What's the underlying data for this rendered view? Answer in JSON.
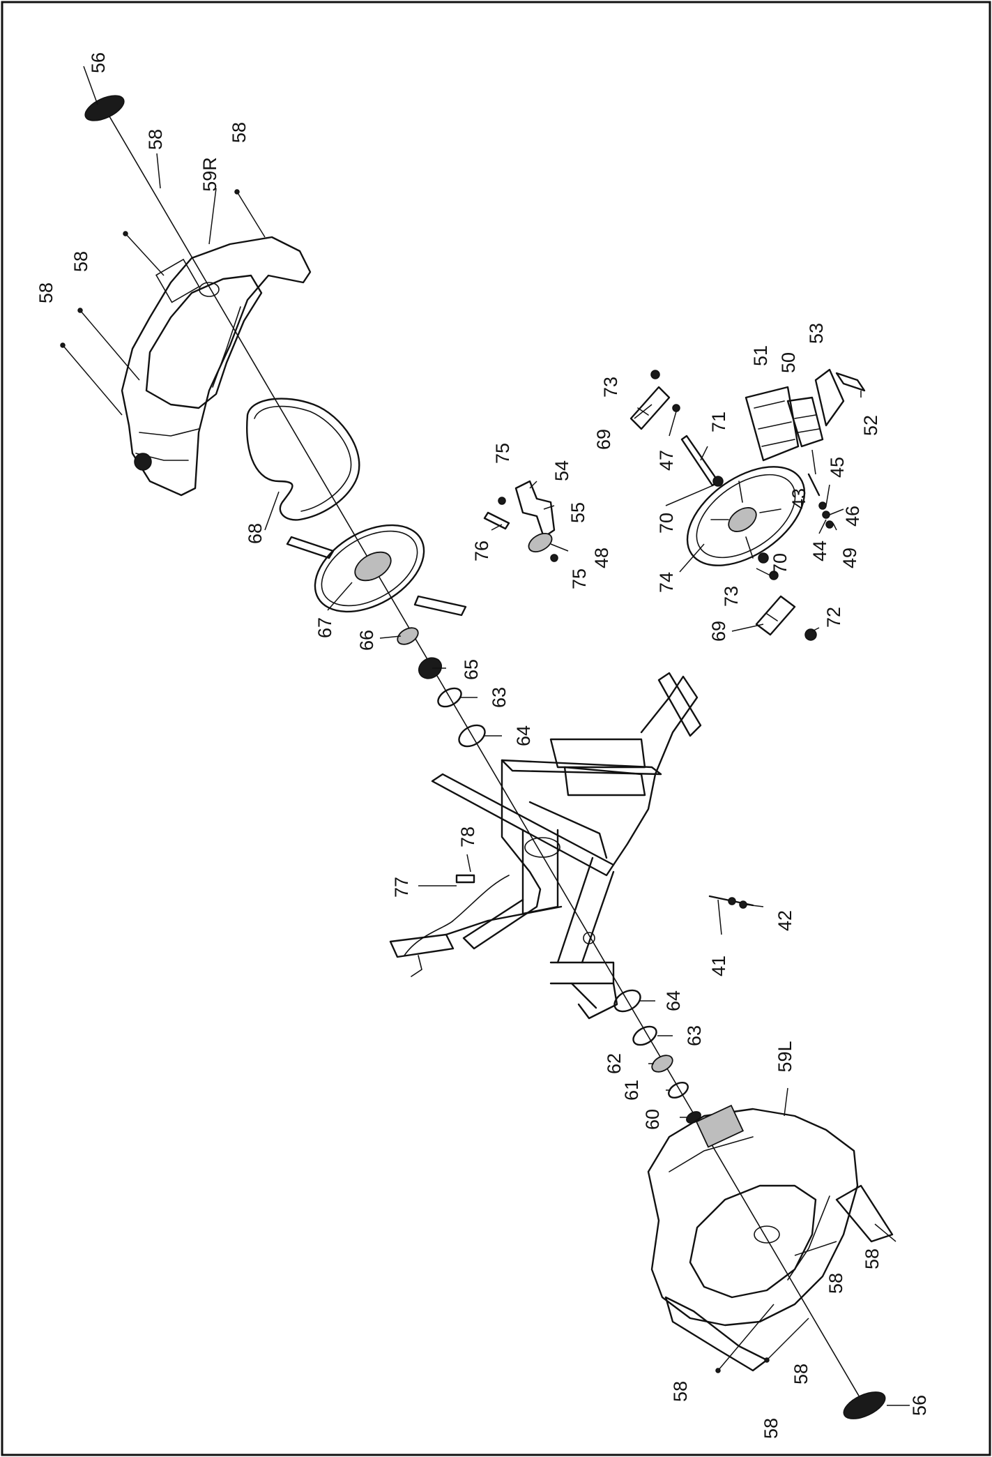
{
  "diagram": {
    "type": "exploded-parts-view",
    "colors": {
      "line": "#111111",
      "background": "#ffffff",
      "shade": "#bdbdbd"
    },
    "labels": [
      {
        "id": "p56-top",
        "text": "56"
      },
      {
        "id": "p58-a",
        "text": "58"
      },
      {
        "id": "p58-b",
        "text": "58"
      },
      {
        "id": "p59r",
        "text": "59R"
      },
      {
        "id": "p58-c",
        "text": "58"
      },
      {
        "id": "p58-d",
        "text": "58"
      },
      {
        "id": "p68",
        "text": "68"
      },
      {
        "id": "p67",
        "text": "67"
      },
      {
        "id": "p66",
        "text": "66"
      },
      {
        "id": "p65",
        "text": "65"
      },
      {
        "id": "p63-upper",
        "text": "63"
      },
      {
        "id": "p64-upper",
        "text": "64"
      },
      {
        "id": "p76",
        "text": "76"
      },
      {
        "id": "p75-a",
        "text": "75"
      },
      {
        "id": "p54",
        "text": "54"
      },
      {
        "id": "p55",
        "text": "55"
      },
      {
        "id": "p48",
        "text": "48"
      },
      {
        "id": "p75-b",
        "text": "75"
      },
      {
        "id": "p73-a",
        "text": "73"
      },
      {
        "id": "p69-a",
        "text": "69"
      },
      {
        "id": "p47",
        "text": "47"
      },
      {
        "id": "p71",
        "text": "71"
      },
      {
        "id": "p70-a",
        "text": "70"
      },
      {
        "id": "p51",
        "text": "51"
      },
      {
        "id": "p50",
        "text": "50"
      },
      {
        "id": "p53",
        "text": "53"
      },
      {
        "id": "p52",
        "text": "52"
      },
      {
        "id": "p45",
        "text": "45"
      },
      {
        "id": "p43",
        "text": "43"
      },
      {
        "id": "p46",
        "text": "46"
      },
      {
        "id": "p44",
        "text": "44"
      },
      {
        "id": "p49",
        "text": "49"
      },
      {
        "id": "p74",
        "text": "74"
      },
      {
        "id": "p70-b",
        "text": "70"
      },
      {
        "id": "p73-b",
        "text": "73"
      },
      {
        "id": "p69-b",
        "text": "69"
      },
      {
        "id": "p72",
        "text": "72"
      },
      {
        "id": "p78",
        "text": "78"
      },
      {
        "id": "p77",
        "text": "77"
      },
      {
        "id": "p41",
        "text": "41"
      },
      {
        "id": "p42",
        "text": "42"
      },
      {
        "id": "p64-lower",
        "text": "64"
      },
      {
        "id": "p63-lower",
        "text": "63"
      },
      {
        "id": "p62",
        "text": "62"
      },
      {
        "id": "p61",
        "text": "61"
      },
      {
        "id": "p60",
        "text": "60"
      },
      {
        "id": "p59l",
        "text": "59L"
      },
      {
        "id": "p58-e",
        "text": "58"
      },
      {
        "id": "p58-f",
        "text": "58"
      },
      {
        "id": "p58-g",
        "text": "58"
      },
      {
        "id": "p58-h",
        "text": "58"
      },
      {
        "id": "p58-i",
        "text": "58"
      },
      {
        "id": "p56-bottom",
        "text": "56"
      }
    ]
  }
}
